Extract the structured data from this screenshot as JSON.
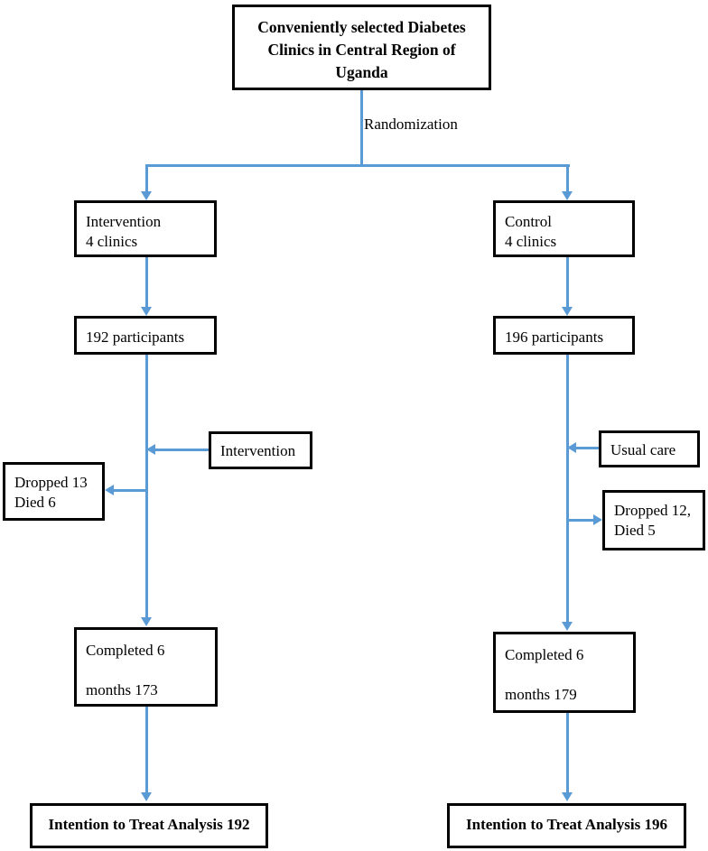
{
  "diagram": {
    "type": "flowchart",
    "title_box": {
      "text": "Conveniently selected Diabetes Clinics in Central Region of Uganda"
    },
    "labels": {
      "randomization": "Randomization"
    },
    "arms": {
      "intervention": {
        "allocation": "Intervention\n 4 clinics",
        "participants": "192 participants",
        "exposure": "Intervention",
        "attrition": "Dropped 13\nDied 6",
        "completed": "Completed 6\n\nmonths 173",
        "analysis": "Intention to Treat Analysis 192"
      },
      "control": {
        "allocation": "Control\n 4 clinics",
        "participants": "196 participants",
        "exposure": "Usual care",
        "attrition": "Dropped 12,\nDied 5",
        "completed": "Completed 6\n\nmonths 179",
        "analysis": "Intention to Treat Analysis 196"
      }
    },
    "colors": {
      "connector": "#5b9bd5",
      "box_border": "#000000",
      "background": "#ffffff",
      "text": "#000000"
    }
  }
}
